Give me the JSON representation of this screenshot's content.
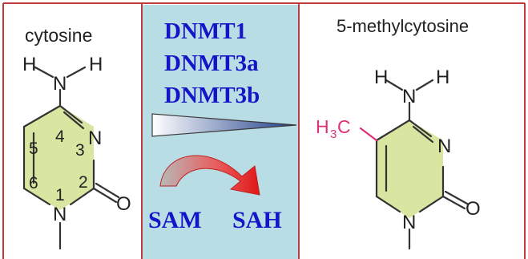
{
  "left_panel": {
    "title": "cytosine",
    "atoms": {
      "h_left": "H",
      "h_right": "H",
      "n_amino": "N",
      "n3": "N",
      "n1": "N",
      "o": "O"
    },
    "ring_numbers": [
      "1",
      "2",
      "3",
      "4",
      "5",
      "6"
    ]
  },
  "middle_panel": {
    "enzymes": [
      "DNMT1",
      "DNMT3a",
      "DNMT3b"
    ],
    "cofactor_in": "SAM",
    "cofactor_out": "SAH"
  },
  "right_panel": {
    "title": "5-methylcytosine",
    "atoms": {
      "h_left": "H",
      "h_right": "H",
      "n_amino": "N",
      "n3": "N",
      "n1": "N",
      "o": "O"
    },
    "methyl": {
      "h": "H",
      "sub": "3",
      "c": "C"
    }
  },
  "colors": {
    "frame": "#c0393b",
    "middle_bg": "#b9dde4",
    "enzyme_text": "#1414c8",
    "ring_fill": "#d8e6a2",
    "methyl": "#e0307a",
    "arrow_red": "#e02020"
  }
}
